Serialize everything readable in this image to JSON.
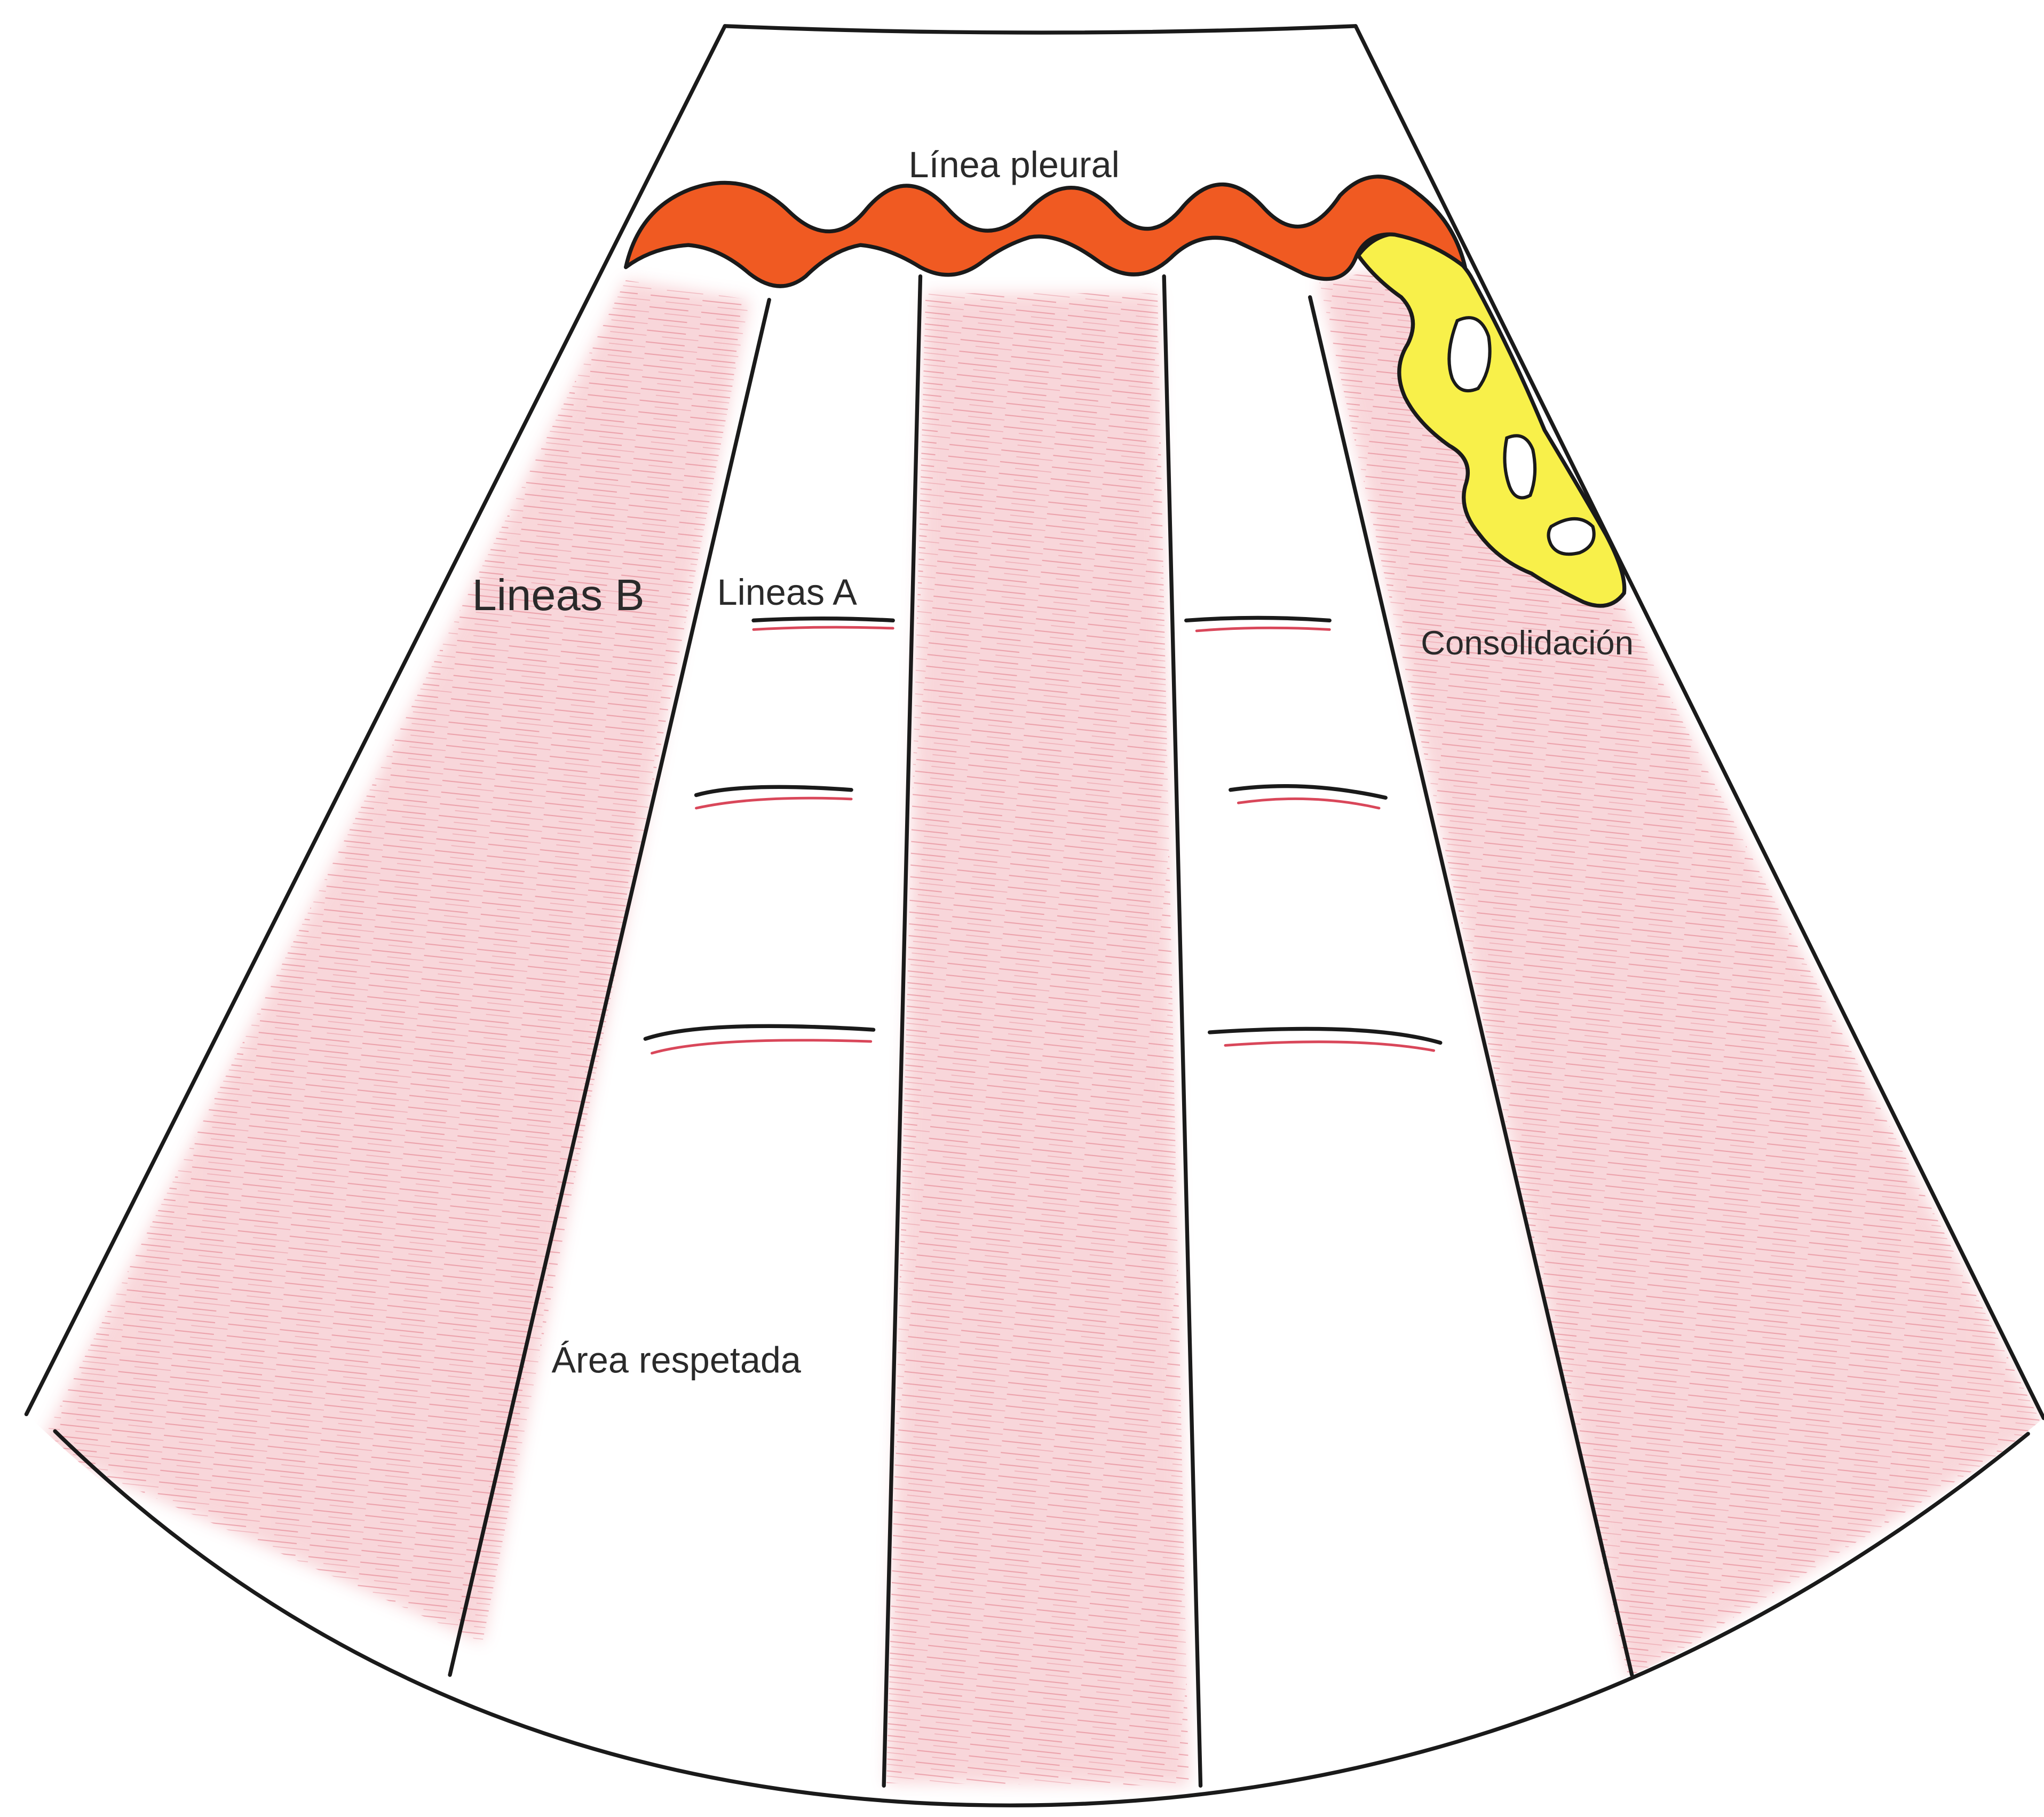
{
  "labels": {
    "pleural_line": "Línea pleural",
    "b_lines": "Lineas B",
    "a_lines": "Lineas A",
    "consolidation": "Consolidación",
    "spared_area": "Área respetada"
  },
  "colors": {
    "outline": "#1a1a1a",
    "pleura_fill": "#f05a22",
    "b_line_fill": "#f0a0a8",
    "b_line_stroke": "#e8848e",
    "a_line_accent": "#d9475a",
    "consolidation_fill": "#f8f04a",
    "background": "#ffffff"
  }
}
